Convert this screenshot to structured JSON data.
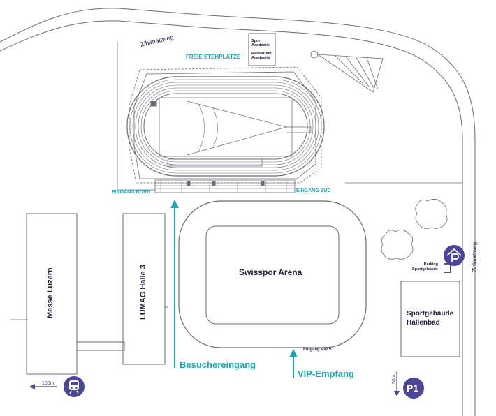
{
  "colors": {
    "line": "#6a6a78",
    "teal": "#1aa7b5",
    "purple": "#4a4596",
    "text": "#1e1e3c"
  },
  "roads": {
    "north_street": "Zihlmattweg",
    "east_street": "Zihlmattweg"
  },
  "stadium": {
    "standing_area": "FREIE STEHPLÄTZE",
    "entrance_north": "EINGANG NORD",
    "entrance_south": "EINGANG SÜD"
  },
  "buildings": {
    "sport_academie": [
      "Sport",
      "Academie"
    ],
    "restaurant_academia": [
      "Restaurant",
      "Academia"
    ],
    "messe": "Messe Luzern",
    "lumag": "LUMAG Halle 3",
    "arena": "Swisspor Arena",
    "sportgebaeude": [
      "Sportgebäude",
      "Hallenbad"
    ]
  },
  "parking": {
    "sportgebaeude_label": [
      "Parking",
      "Sportgebäude"
    ],
    "p1_label": "P1",
    "p1_distance": "50m",
    "p_icon": "parking-icon"
  },
  "entrances": {
    "visitor": "Besuchereingang",
    "vip": "VIP-Empfang",
    "vip_gate": "Eingang VIP 5"
  },
  "train": {
    "distance": "100m",
    "icon": "train-icon"
  }
}
